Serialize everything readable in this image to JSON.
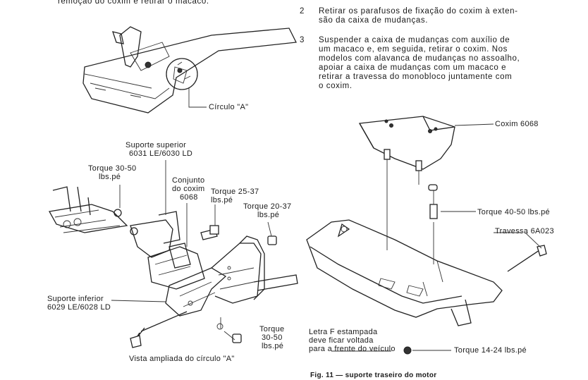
{
  "top_left_text": "remoção do coxim e retirar o macaco.",
  "steps": [
    {
      "num": "2",
      "lines": [
        "Retirar os parafusos de fixação do coxim à exten-",
        "são da caixa de mudanças."
      ]
    },
    {
      "num": "3",
      "lines": [
        "Suspender a caixa de mudanças com auxílio de",
        "um macaco e, em seguida, retirar o coxim. Nos",
        "modelos com alavanca de mudanças no assoalho,",
        "apoiar a caixa de mudanças com um macaco e",
        "retirar a travessa do monobloco juntamente com",
        "o coxim."
      ]
    }
  ],
  "left_figure": {
    "circle_a": "Círculo \"A\"",
    "suporte_superior": [
      "Suporte superior",
      "6031 LE/6030 LD"
    ],
    "torque_left": [
      "Torque 30-50",
      "lbs.pé"
    ],
    "conjunto": [
      "Conjunto",
      "do coxim",
      "6068"
    ],
    "torque_25": [
      "Torque 25-37",
      "lbs.pé"
    ],
    "torque_20": [
      "Torque 20-37",
      "lbs.pé"
    ],
    "suporte_inferior": [
      "Suporte inferior",
      "6029 LE/6028 LD"
    ],
    "torque_bottom": [
      "Torque",
      "30-50",
      "lbs.pé"
    ],
    "caption": "Vista ampliada do círculo \"A\""
  },
  "right_figure": {
    "coxim": "Coxim 6068",
    "torque_40": "Torque 40-50 lbs.pé",
    "travessa": "Travessa 6A023",
    "letra_f": [
      "Letra F estampada",
      "deve ficar voltada",
      "para a frente do veículo"
    ],
    "torque_14": "Torque 14-24 lbs.pé",
    "caption": "Fig. 11 — suporte traseiro do motor"
  }
}
